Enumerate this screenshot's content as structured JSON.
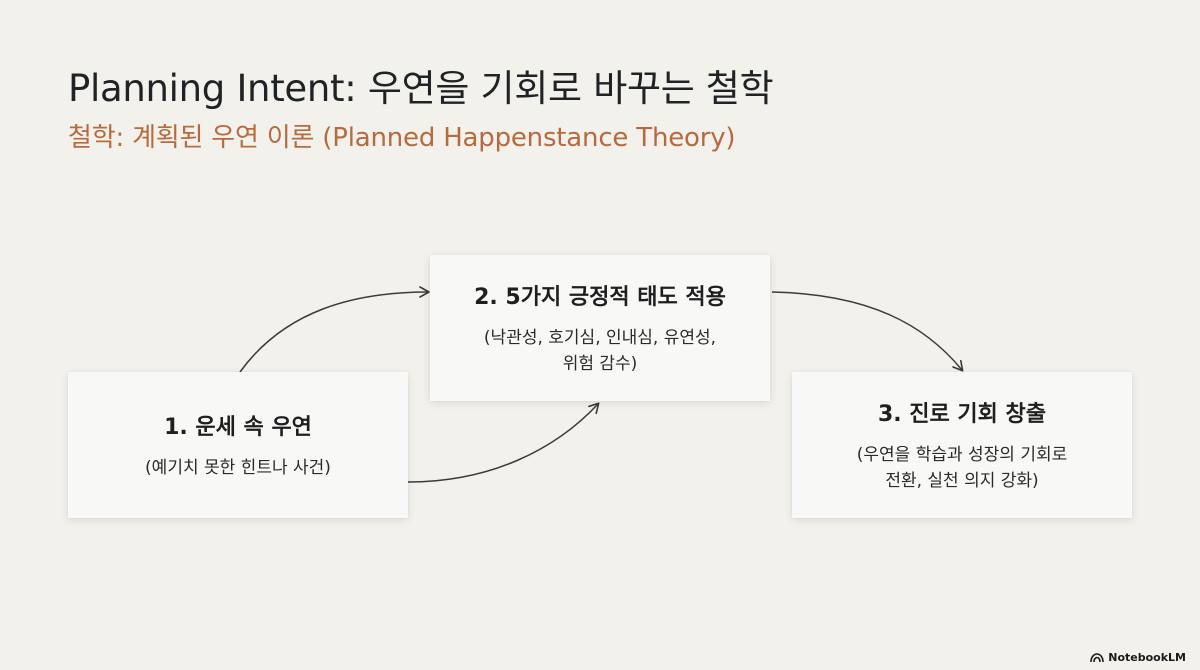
{
  "header": {
    "title": "Planning Intent: 우연을 기회로 바꾸는 철학",
    "subtitle": "철학: 계획된 우연 이론 (Planned Happenstance Theory)"
  },
  "steps": [
    {
      "title": "1. 운세 속 우연",
      "desc_lines": [
        "(예기치 못한 힌트나 사건)"
      ]
    },
    {
      "title": "2. 5가지 긍정적 태도 적용",
      "desc_lines": [
        "(낙관성, 호기심, 인내심, 유연성,",
        "위험 감수)"
      ]
    },
    {
      "title": "3. 진로 기회 창출",
      "desc_lines": [
        "(우연을 학습과 성장의 기회로",
        "전환, 실천 의지 강화)"
      ]
    }
  ],
  "branding": {
    "label": "NotebookLM"
  },
  "colors": {
    "background": "#f3f1ec",
    "title": "#202326",
    "subtitle_accent": "#b86a3f",
    "arrow": "#3a3a3a"
  }
}
